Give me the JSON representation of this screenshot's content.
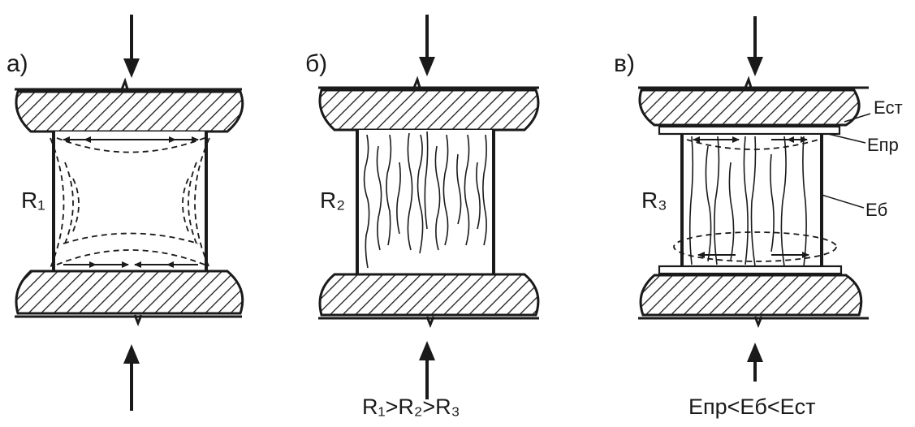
{
  "panels": [
    {
      "tag": "а)",
      "resistance": "R₁",
      "mode": "friction-flow"
    },
    {
      "tag": "б)",
      "resistance": "R₂",
      "mode": "vertical-cracks"
    },
    {
      "tag": "в)",
      "resistance": "R₃",
      "mode": "gasket"
    }
  ],
  "layer_labels": {
    "plate": "Eст",
    "gasket": "Eпр",
    "specimen": "Eб"
  },
  "footer": {
    "resistance_order": "R₁>R₂>R₃",
    "modulus_order": "Eпр<Eб<Eст"
  },
  "colors": {
    "ink": "#1a1a1a",
    "paper": "#ffffff"
  }
}
